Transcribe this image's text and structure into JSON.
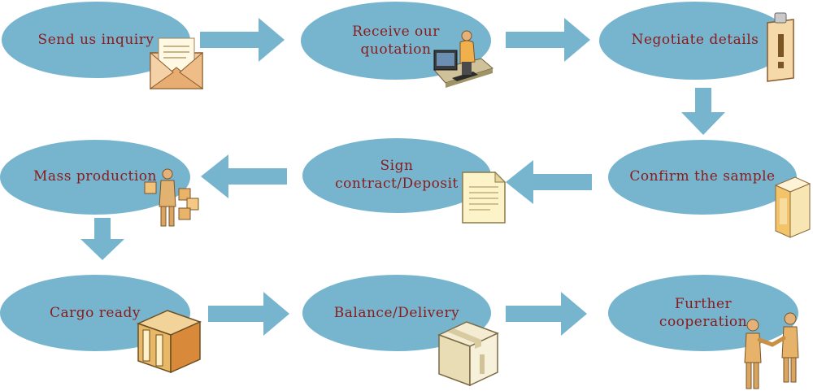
{
  "colors": {
    "ellipse": "#77b5cf",
    "arrow": "#77b5cf",
    "text": "#8b1a1a"
  },
  "steps": [
    {
      "label_lines": [
        "Send us inquiry"
      ],
      "icon": "envelope-icon"
    },
    {
      "label_lines": [
        "Receive our",
        "quotation"
      ],
      "icon": "person-at-computer-icon"
    },
    {
      "label_lines": [
        "Negotiate details"
      ],
      "icon": "clipboard-alert-icon"
    },
    {
      "label_lines": [
        "Confirm the sample"
      ],
      "icon": "sample-box-icon"
    },
    {
      "label_lines": [
        "Sign",
        "contract/Deposit"
      ],
      "icon": "document-icon"
    },
    {
      "label_lines": [
        "Mass production"
      ],
      "icon": "worker-with-boxes-icon"
    },
    {
      "label_lines": [
        "Cargo ready"
      ],
      "icon": "wooden-crate-icon"
    },
    {
      "label_lines": [
        "Balance/Delivery"
      ],
      "icon": "cardboard-box-icon"
    },
    {
      "label_lines": [
        "Further",
        "cooperation"
      ],
      "icon": "handshake-icon"
    }
  ]
}
